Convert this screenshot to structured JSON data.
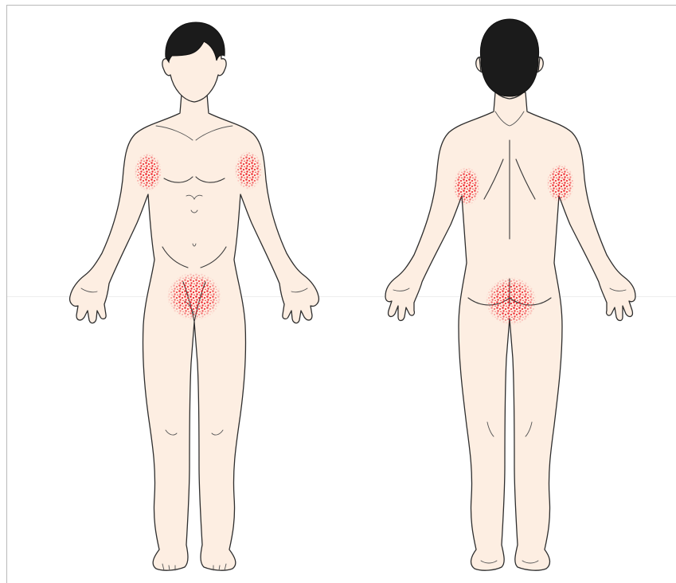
{
  "figure": {
    "views": [
      "front",
      "back"
    ],
    "rash_color": "#ee1c25",
    "skin_color": "#fdeee2",
    "hair_color": "#1b1b1b",
    "outline_color": "#2e2e2e",
    "affected_regions": {
      "front": [
        "right-armpit",
        "left-armpit",
        "groin"
      ],
      "back": [
        "right-underarm",
        "left-underarm",
        "buttocks"
      ]
    }
  }
}
